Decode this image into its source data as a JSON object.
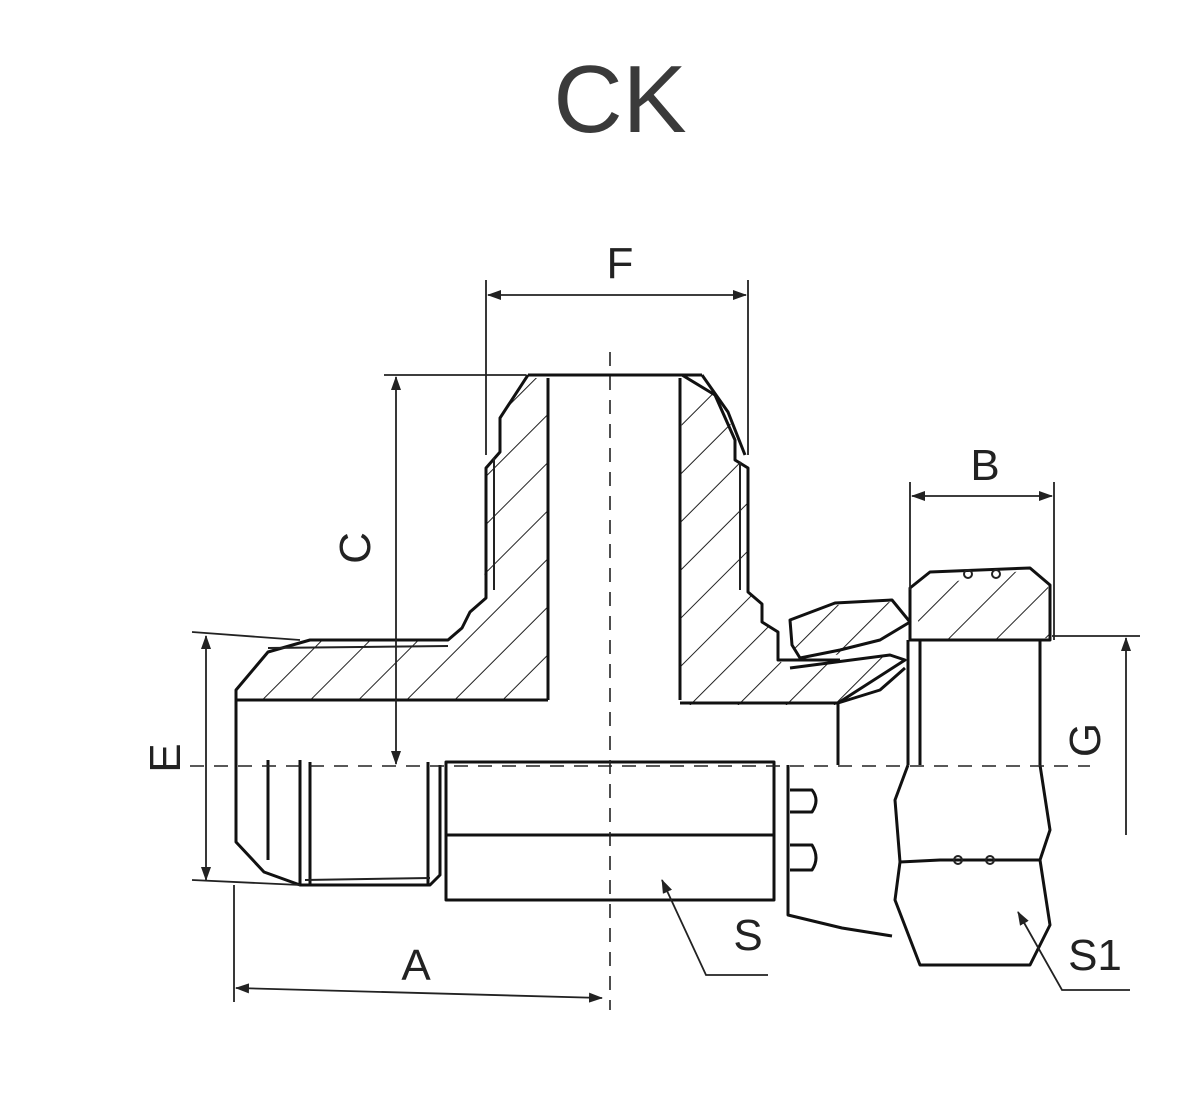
{
  "title": "CK",
  "colors": {
    "line": "#111111",
    "title": "#3a3a3a",
    "background": "#ffffff"
  },
  "labels": {
    "F": "F",
    "C": "C",
    "B": "B",
    "G": "G",
    "E": "E",
    "A": "A",
    "S": "S",
    "S1": "S1"
  }
}
